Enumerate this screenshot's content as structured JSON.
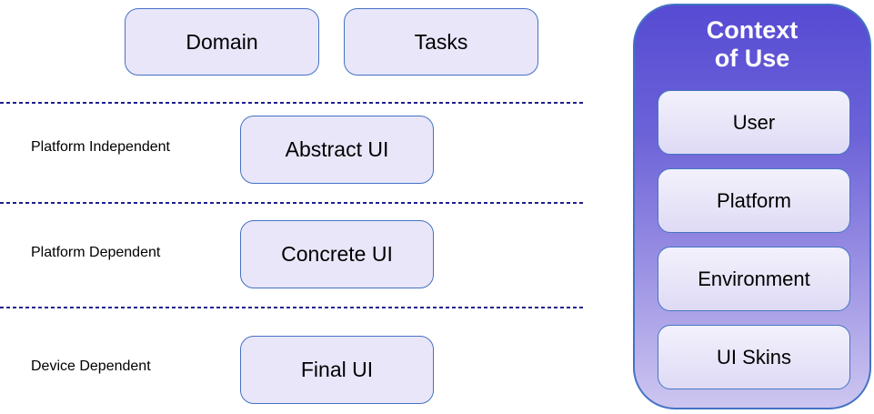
{
  "diagram": {
    "top_models": [
      {
        "label": "Domain"
      },
      {
        "label": "Tasks"
      }
    ],
    "layers": [
      {
        "label": "Platform Independent",
        "box": "Abstract UI"
      },
      {
        "label": "Platform Dependent",
        "box": "Concrete UI"
      },
      {
        "label": "Device Dependent",
        "box": "Final UI"
      }
    ],
    "context_panel": {
      "title": "Context of Use",
      "title_lines": [
        "Context",
        "of Use"
      ],
      "items": [
        {
          "label": "User"
        },
        {
          "label": "Platform"
        },
        {
          "label": "Environment"
        },
        {
          "label": "UI Skins"
        }
      ]
    },
    "colors": {
      "box_fill": "#E9E6FA",
      "box_border": "#4472C4",
      "separator_line": "#1F1F8F",
      "panel_gradient_top": "#564BD3",
      "panel_gradient_bottom": "#CDC6F0",
      "panel_title_text": "#FFFFFF",
      "label_text": "#000000"
    }
  }
}
